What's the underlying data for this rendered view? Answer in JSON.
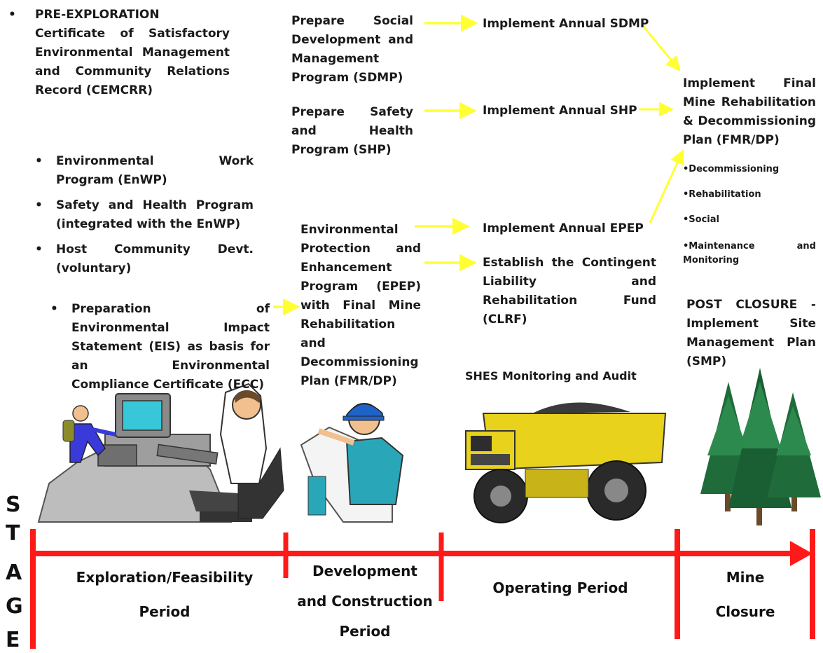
{
  "left": {
    "pre_exploration_title": "PRE-EXPLORATION",
    "pre_exploration_text": "Certificate of Satisfactory Environmental Management and Community Relations Record (CEMCRR)",
    "bullets": [
      "Environmental Work Program (EnWP)",
      "Safety and Health Program (integrated with the EnWP)",
      "Host Community Devt. (voluntary)"
    ],
    "eis": "Preparation of Environmental Impact Statement (EIS) as basis for an Environmental Compliance Certificate (ECC)"
  },
  "middle": {
    "sdmp": "Prepare Social Development and Management Program (SDMP)",
    "shp": "Prepare Safety and Health Program (SHP)",
    "epep": "Environmental Protection and Enhancement Program (EPEP) with Final Mine Rehabilitation and Decommissioning Plan (FMR/DP)"
  },
  "operating": {
    "sdmp": "Implement Annual SDMP",
    "shp": "Implement Annual SHP",
    "epep": "Implement Annual EPEP",
    "clrf": "Establish the Contingent Liability and Rehabilitation Fund (CLRF)",
    "shes": "SHES Monitoring and Audit"
  },
  "closure": {
    "fmrdp": "Implement Final Mine Rehabilitation & Decommissioning Plan (FMR/DP)",
    "sub_items": [
      "•Decommissioning",
      "•Rehabilitation",
      "•Social",
      "•Maintenance and Monitoring"
    ],
    "post_closure": "POST CLOSURE - Implement Site Management Plan (SMP)"
  },
  "stage_letters": [
    "S",
    "T",
    "A",
    "G",
    "E"
  ],
  "periods": {
    "exploration": [
      "Exploration/Feasibility",
      "Period"
    ],
    "development": [
      "Development",
      "and Construction",
      "Period"
    ],
    "operating": "Operating Period",
    "closure": [
      "Mine",
      "Closure"
    ]
  },
  "colors": {
    "arrow": "#ffff33",
    "timeline": "#ff1a1a",
    "text": "#1a1a1a",
    "truck": "#e8d21c",
    "tree": "#1f6b3a"
  },
  "icons": {
    "bullet": "•",
    "illustrations": [
      "computer-user-icon",
      "engineer-blueprint-icon",
      "haul-truck-icon",
      "pine-trees-icon"
    ]
  }
}
